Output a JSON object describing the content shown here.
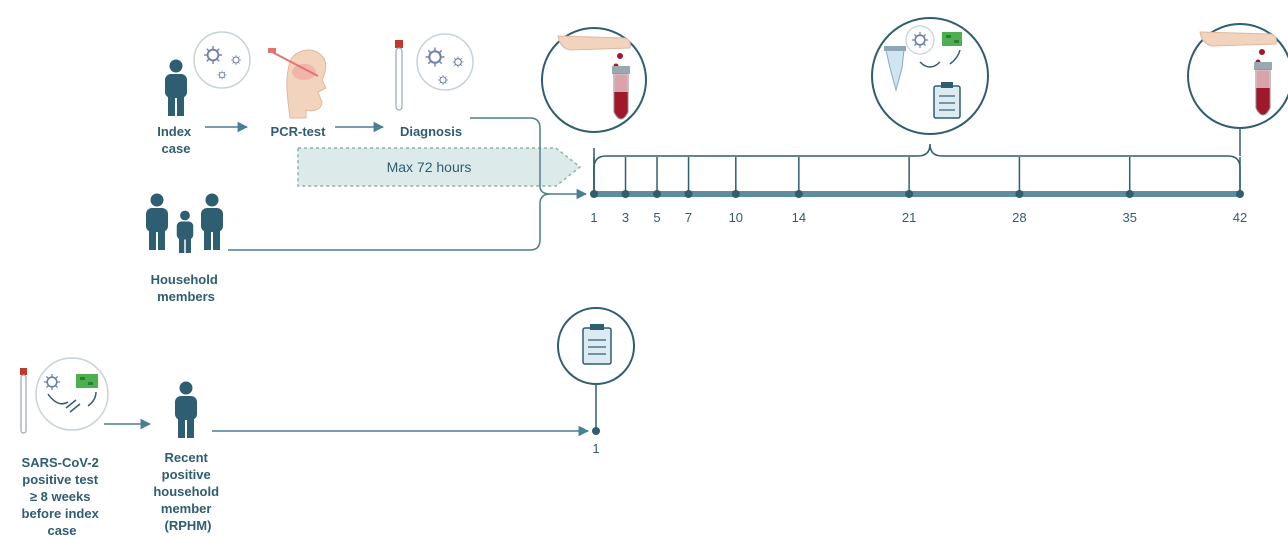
{
  "labels": {
    "index_case": [
      "Index",
      "case"
    ],
    "pcr_test": "PCR-test",
    "diagnosis": "Diagnosis",
    "max_hours": "Max 72 hours",
    "household": [
      "Household",
      "members"
    ],
    "sars_test": [
      "SARS-CoV-2",
      "positive test",
      "≥ 8 weeks",
      "before index",
      "case"
    ],
    "rphm": [
      "Recent",
      "positive",
      "household",
      "member",
      "(RPHM)"
    ]
  },
  "timeline": {
    "days": [
      "1",
      "3",
      "5",
      "7",
      "10",
      "14",
      "21",
      "28",
      "35",
      "42"
    ],
    "rphm_day": "1"
  },
  "colors": {
    "primary": "#2f5d72",
    "arrow": "#4a7f93",
    "band_fill": "#dcebea",
    "band_border": "#8fb1ad",
    "blood": "#a2182b",
    "tube_cap": "#c0392b",
    "skin": "#f2d3bd",
    "virus": "#6b7fa8",
    "chip": "#4caf50"
  },
  "icons": [
    "person-icon",
    "swab-face-icon",
    "test-tube-icon",
    "virus-icon",
    "blood-draw-icon",
    "lab-analysis-icon",
    "clipboard-icon",
    "dna-icon"
  ]
}
